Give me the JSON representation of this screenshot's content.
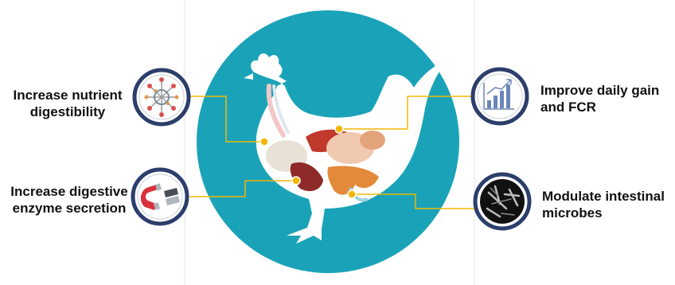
{
  "labels": {
    "nutrient": {
      "line1": "Increase nutrient",
      "line2": "digestibility"
    },
    "enzyme": {
      "line1": "Increase digestive",
      "line2": "enzyme secretion"
    },
    "gain": {
      "line1": "Improve daily gain",
      "line2": "and FCR"
    },
    "microbes": {
      "line1": "Modulate intestinal",
      "line2": "microbes"
    }
  },
  "icons": {
    "nutrient": "molecule-lattice-icon",
    "enzyme": "magnet-icon",
    "gain": "bar-chart-growth-icon",
    "microbes": "microbe-micrograph-icon"
  },
  "colors": {
    "background_circle": "#1aa3b8",
    "connector": "#f2b705",
    "icon_ring": "#2c3e6b",
    "chicken": "#ffffff"
  }
}
